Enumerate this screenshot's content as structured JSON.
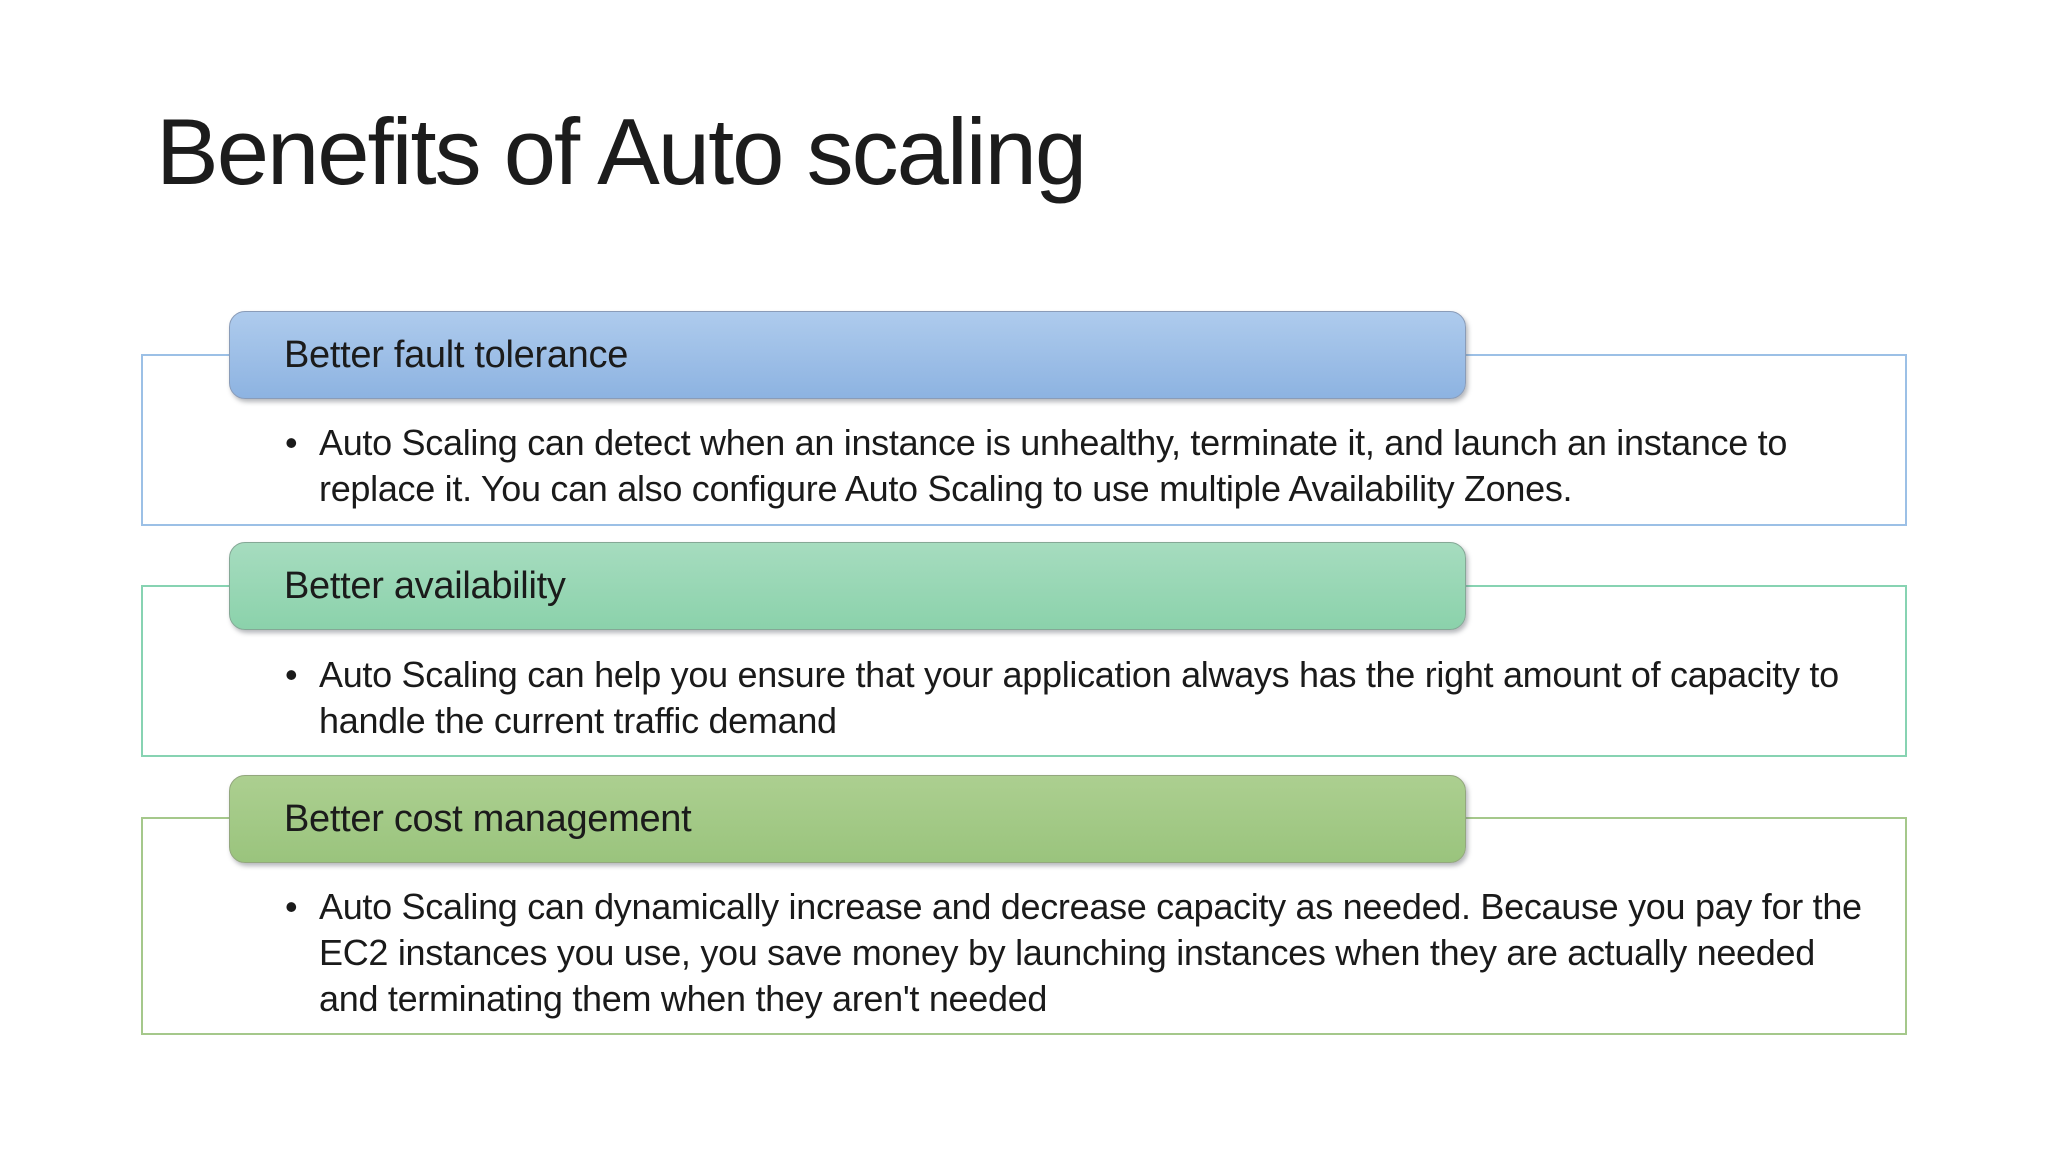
{
  "slide": {
    "title": "Benefits of Auto scaling",
    "bullet_char": "•",
    "sections": [
      {
        "heading": "Better fault tolerance",
        "bullet": "Auto Scaling can detect when an instance is unhealthy, terminate it, and launch an instance to replace it. You can also configure Auto Scaling to use multiple Availability Zones.",
        "colors": {
          "header_top": "#aecbed",
          "header_bottom": "#8db3e1",
          "header_border": "#8a9cb8",
          "outer_border": "#9cc0e6"
        }
      },
      {
        "heading": "Better availability",
        "bullet": "Auto Scaling can help you ensure that your application always has the right amount of capacity to handle the current traffic demand",
        "colors": {
          "header_top": "#a6dcbf",
          "header_bottom": "#8bd2ab",
          "header_border": "#85a896",
          "outer_border": "#87d3b2"
        }
      },
      {
        "heading": "Better cost management",
        "bullet": "Auto Scaling can dynamically increase and decrease capacity as needed. Because you pay for the EC2 instances you use, you save money by launching instances when they are actually needed and terminating them when they aren't needed",
        "colors": {
          "header_top": "#accf90",
          "header_bottom": "#9ac47d",
          "header_border": "#93a77e",
          "outer_border": "#a5c88b"
        }
      }
    ]
  }
}
